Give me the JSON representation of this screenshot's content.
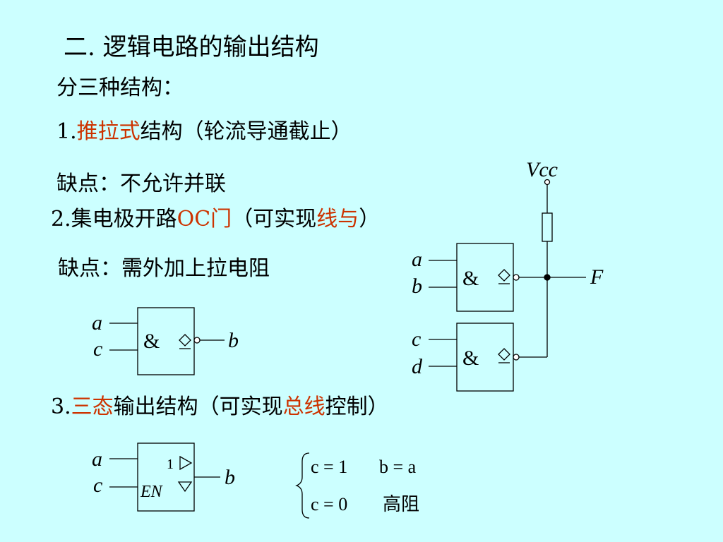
{
  "title": "二.  逻辑电路的输出结构",
  "subtitle": "分三种结构：",
  "item1": {
    "num": "1.",
    "highlight": "推拉式",
    "rest": "结构（轮流导通截止）",
    "drawback": "缺点：不允许并联"
  },
  "item2": {
    "num": "2.",
    "text_a": "集电极开路",
    "highlight_a": "OC门",
    "text_b": "（可实现",
    "highlight_b": "线与",
    "text_c": "）",
    "drawback": "缺点：需外加上拉电阻"
  },
  "item3": {
    "num": "3.",
    "highlight_a": "三态",
    "text_a": "输出结构（可实现",
    "highlight_b": "总线",
    "text_b": "控制）"
  },
  "oc_gate": {
    "inputs": [
      "a",
      "c"
    ],
    "symbol": "&",
    "output": "b"
  },
  "wired_and": {
    "vcc": "Vcc",
    "gate1_inputs": [
      "a",
      "b"
    ],
    "gate2_inputs": [
      "c",
      "d"
    ],
    "symbol": "&",
    "output": "F"
  },
  "tristate_gate": {
    "inputs": [
      "a",
      "c"
    ],
    "symbol": "1",
    "enable": "EN",
    "output": "b"
  },
  "equations": {
    "line1_cond": "c = 1",
    "line1_result": "b = a",
    "line2_cond": "c = 0",
    "line2_result": "高阻"
  },
  "colors": {
    "background": "#ccffff",
    "highlight": "#cc3300"
  }
}
